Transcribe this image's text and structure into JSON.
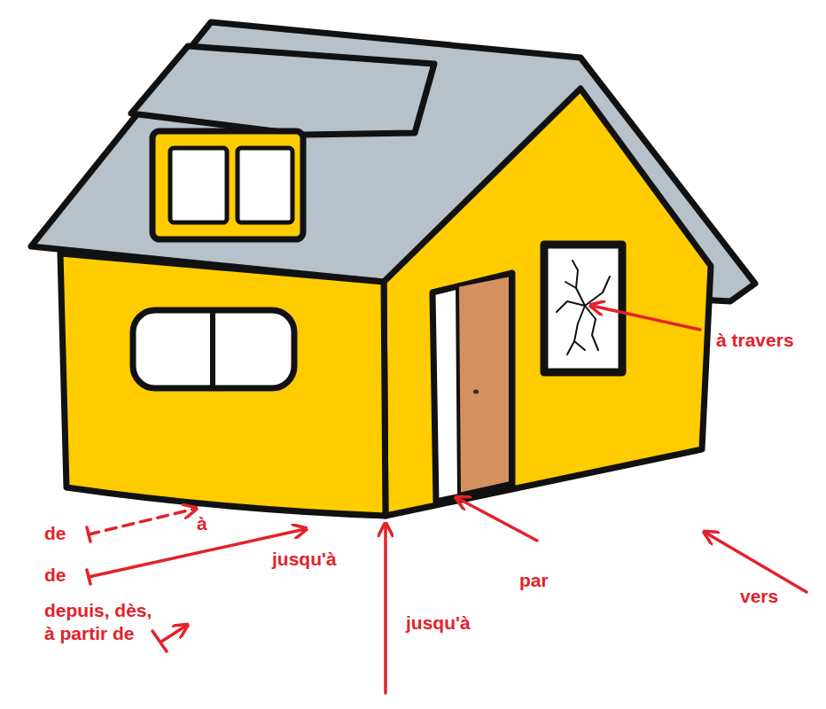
{
  "diagram": {
    "labels": [
      "à travers",
      "de",
      "à",
      "de",
      "jusqu'à",
      "par",
      "vers",
      "jusqu'à",
      "depuis, dès, à partir de"
    ]
  }
}
